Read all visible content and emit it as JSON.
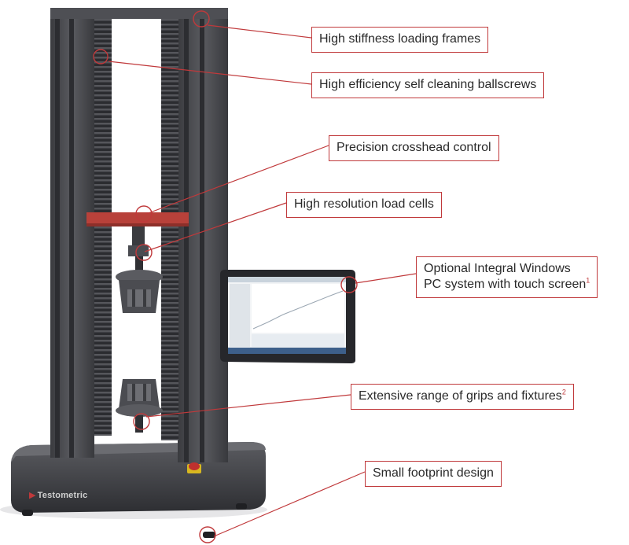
{
  "brand": {
    "logo_text": "Testometric"
  },
  "callouts": [
    {
      "text": "High stiffness loading frames",
      "sup": ""
    },
    {
      "text": "High efficiency self cleaning ballscrews",
      "sup": ""
    },
    {
      "text": "Precision crosshead control",
      "sup": ""
    },
    {
      "text": "High resolution load cells",
      "sup": ""
    },
    {
      "line1": "Optional Integral Windows",
      "line2": "PC system with touch screen",
      "sup": "1"
    },
    {
      "text": "Extensive range of grips and fixtures",
      "sup": "2"
    },
    {
      "text": "Small footprint design",
      "sup": ""
    }
  ],
  "colors": {
    "accent": "#c0393b",
    "frame": "#4a4b4f",
    "frame_dark": "#2f3034",
    "crosshead": "#b8413a"
  },
  "icons": [
    "emergency-stop-button",
    "marker-circle"
  ]
}
